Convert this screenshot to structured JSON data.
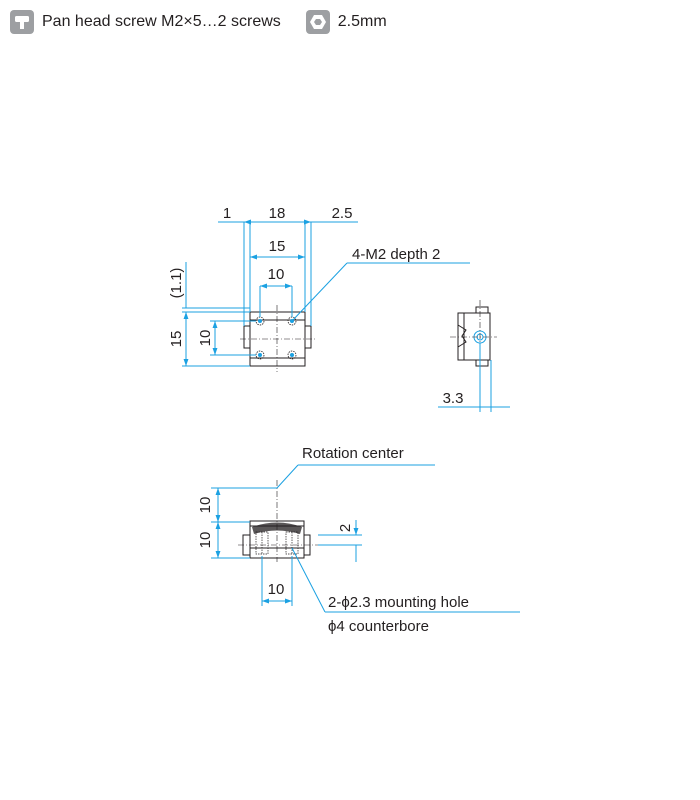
{
  "specs": {
    "screw": {
      "icon": "screw-icon",
      "text": "Pan head screw M2×5…2 screws"
    },
    "hex": {
      "icon": "hex-key-icon",
      "text": "2.5mm"
    }
  },
  "dims": {
    "d_1": "1",
    "d_18": "18",
    "d_2_5": "2.5",
    "d_15_top": "15",
    "d_10_top": "10",
    "d_1_1": "(1.1)",
    "d_15_left": "15",
    "d_10_left": "10",
    "d_3_3": "3.3",
    "d_10_bottom_upper": "10",
    "d_10_bottom_lower": "10",
    "d_2": "2",
    "d_10_bottom": "10"
  },
  "callouts": {
    "tapped_holes": "4-M2 depth 2",
    "rotation_center": "Rotation center",
    "mounting_hole": "2-ϕ2.3 mounting hole",
    "counterbore": "ϕ4 counterbore"
  },
  "colors": {
    "dimension": "#1ba1e2",
    "outline": "#231f20",
    "badge": "#9d9fa2",
    "body": "#ffffff"
  }
}
